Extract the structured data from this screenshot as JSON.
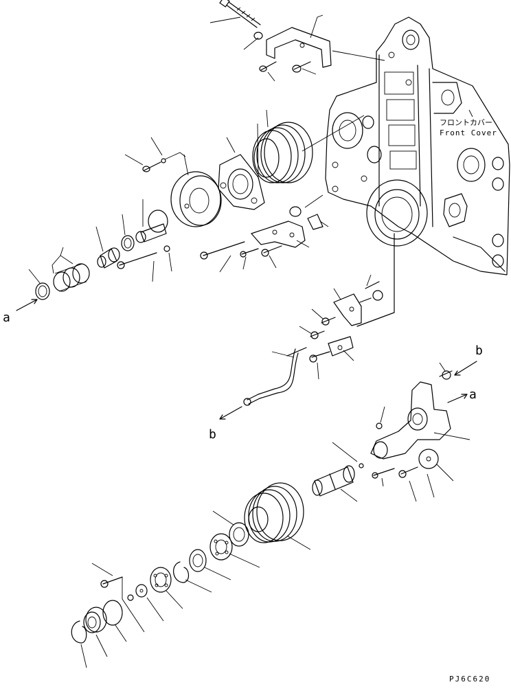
{
  "labels": {
    "front_cover_jp": "フロントカバー",
    "front_cover_en": "Front Cover",
    "ref_a_left": "a",
    "ref_a_right": "a",
    "ref_b_top": "b",
    "ref_b_bottom": "b",
    "drawing_code": "PJ6C620"
  },
  "colors": {
    "line": "#000000",
    "background": "#ffffff"
  }
}
